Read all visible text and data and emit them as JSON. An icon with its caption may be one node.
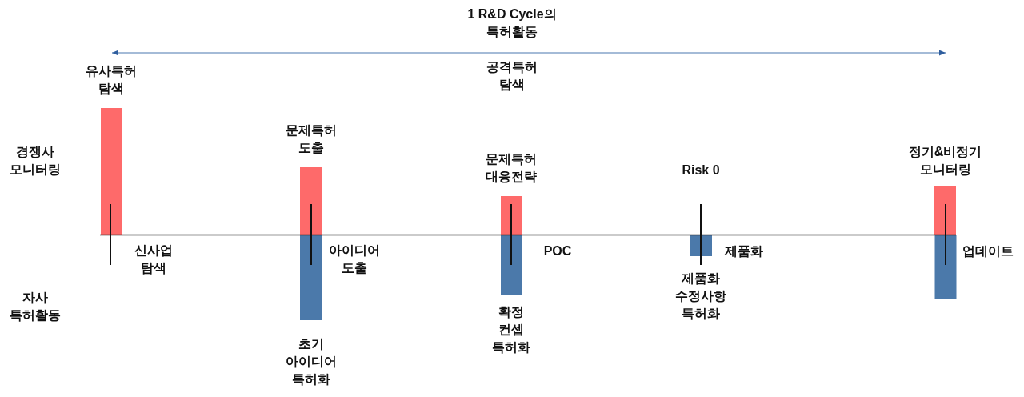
{
  "diagram": {
    "title": "1 R&D Cycle의 특허활동",
    "nodes": [
      {
        "text": [
          "유사특허 탐색"
        ]
      },
      {
        "text": [
          "문제특허 도출"
        ]
      },
      {
        "text": [
          "문제특허 대응전략"
        ]
      },
      {
        "text": [
          "정기&비정기 모니터링"
        ]
      },
      {
        "text": [
          "초기 아이디어 특허화"
        ]
      },
      {
        "text": [
          "확정 컨셉 특허화"
        ]
      },
      {
        "text": [
          "제품화 수정사항 특허화"
        ]
      },
      {
        "text": [],
        "shape": "bar"
      }
    ],
    "labels": [
      "공격특허 탐색",
      "경쟁사 모니터링",
      "Risk 0",
      "신사업 탐색",
      "아이디어 도출",
      "POC",
      "제품화",
      "업데이트",
      "자사 특허활동"
    ]
  }
}
